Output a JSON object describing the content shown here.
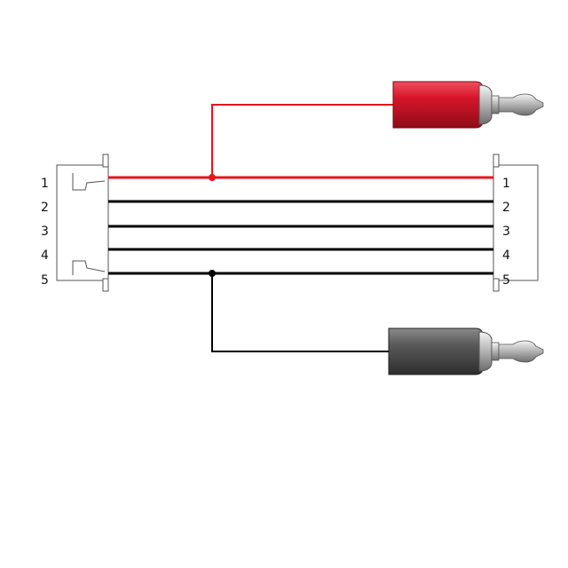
{
  "diagram": {
    "left_pins": [
      "1",
      "2",
      "3",
      "4",
      "5"
    ],
    "right_pins": [
      "1",
      "2",
      "3",
      "4",
      "5"
    ]
  },
  "colors": {
    "positive_wire": "#e8141b",
    "signal_wire": "#000000",
    "red_plug_body": "#d7152a",
    "black_plug_body": "#5a5a5a",
    "metal": "#c8c8c8"
  },
  "components": {
    "left_connector": "connector-housing",
    "right_connector": "connector-housing",
    "red_plug": "banana-plug-red",
    "black_plug": "banana-plug-black"
  }
}
